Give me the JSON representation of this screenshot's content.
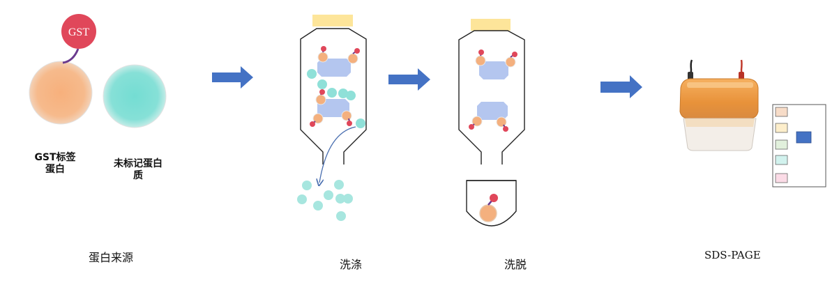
{
  "tag_label": "GST",
  "protein_labels": {
    "gst_line1": "GST标签",
    "gst_line2": "蛋白",
    "untagged_line1": "未标记蛋白",
    "untagged_line2": "质"
  },
  "steps": {
    "source": "蛋白来源",
    "wash": "洗涤",
    "elute": "洗脱",
    "sds": "SDS-PAGE"
  },
  "colors": {
    "gst_tag": "#e0475a",
    "gst_protein": "#f4b07e",
    "untagged_protein": "#7fdcd3",
    "bead": "#b4c6ef",
    "arrow": "#4472c4",
    "cap": "#fde59a",
    "gel_body": "#f0a24a"
  }
}
